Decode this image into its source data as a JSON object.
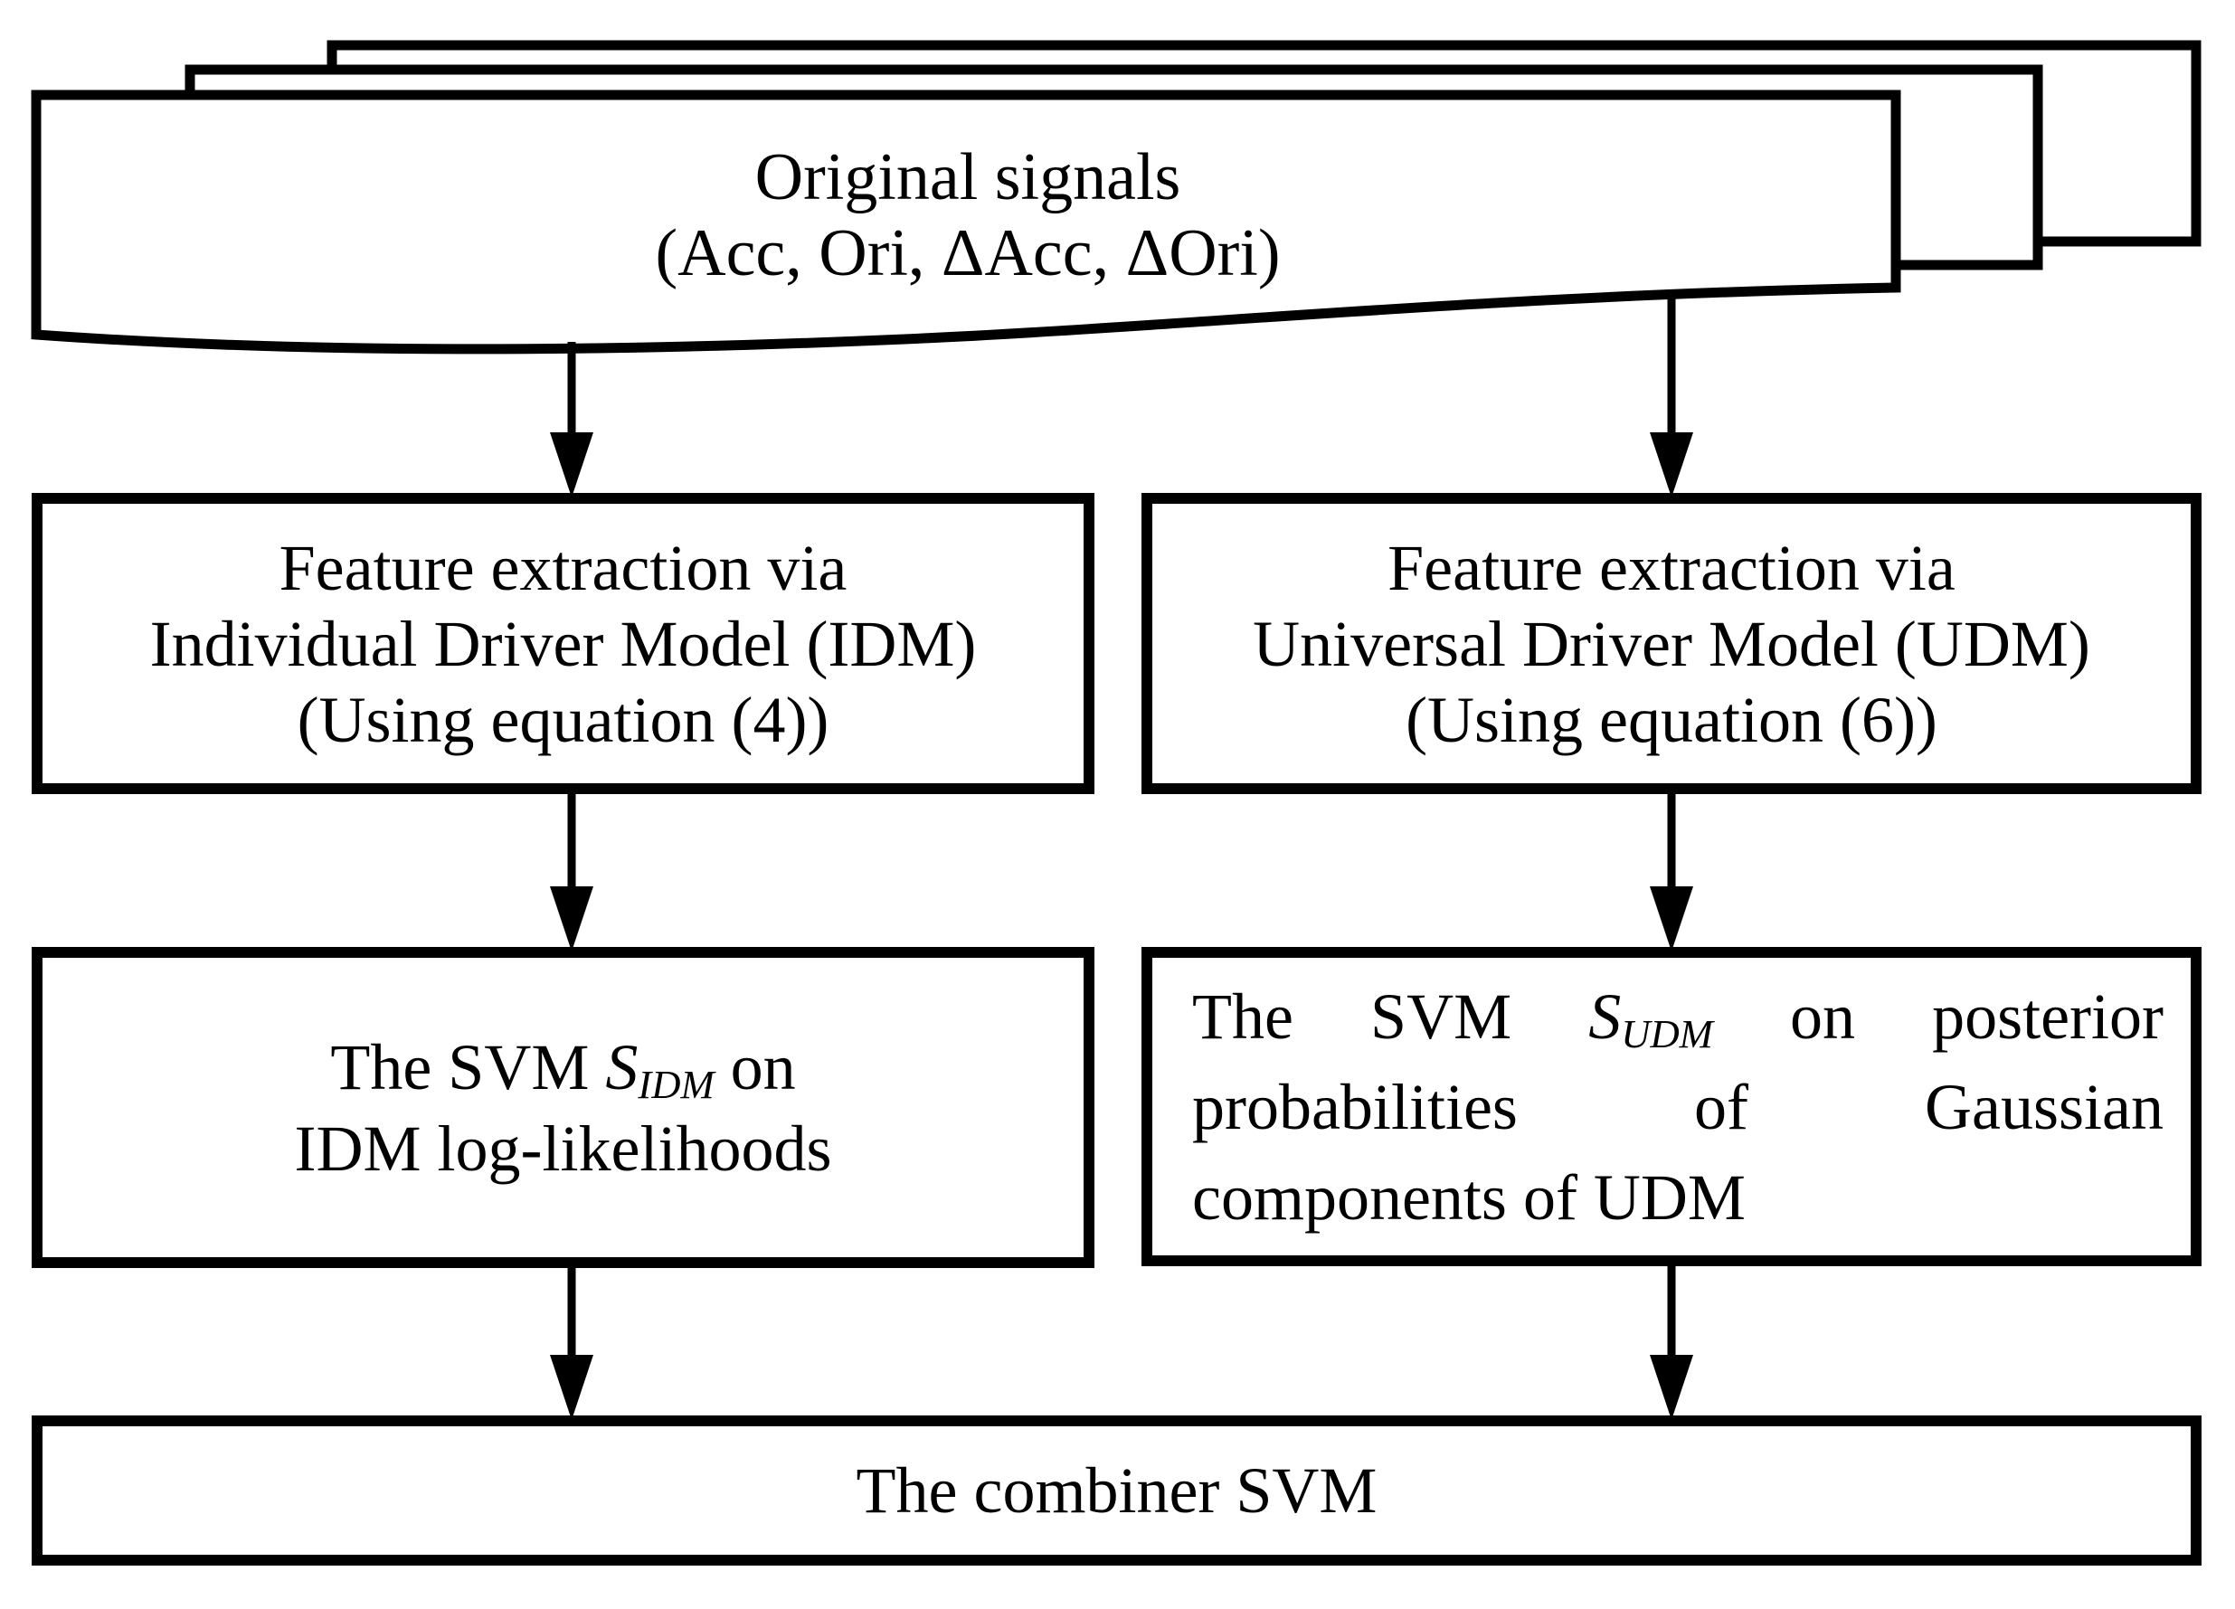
{
  "diagram": {
    "background_color": "#ffffff",
    "line_color": "#000000",
    "document": {
      "shape": "stacked-document-with-wavy-bottom",
      "page_count": 3,
      "lines": [
        "Original signals",
        "(Acc, Ori, ΔAcc, ΔOri)"
      ]
    },
    "boxes": {
      "feature_idm": {
        "lines": [
          "Feature extraction via",
          "Individual Driver Model (IDM)",
          "(Using equation (4))"
        ]
      },
      "feature_udm": {
        "lines": [
          "Feature extraction via",
          "Universal Driver Model (UDM)",
          "(Using equation (6))"
        ]
      },
      "svm_idm": {
        "line1": [
          {
            "t": "The SVM "
          },
          {
            "t": "S",
            "italic": true
          },
          {
            "t": "IDM",
            "italic": true,
            "sub": true
          },
          {
            "t": " on"
          }
        ],
        "line2": "IDM log-likelihoods"
      },
      "svm_udm": {
        "line1": [
          {
            "t": "The SVM "
          },
          {
            "t": "S",
            "italic": true
          },
          {
            "t": "UDM",
            "italic": true,
            "sub": true
          },
          {
            "t": " on posterior"
          }
        ],
        "line2": "probabilities of Gaussian",
        "line3": "components of UDM"
      },
      "combiner": {
        "label": "The combiner SVM"
      }
    },
    "arrows": [
      {
        "from": "original-signals-document",
        "to": "feature-extraction-idm-box"
      },
      {
        "from": "original-signals-document",
        "to": "feature-extraction-udm-box"
      },
      {
        "from": "feature-extraction-idm-box",
        "to": "svm-idm-box"
      },
      {
        "from": "feature-extraction-udm-box",
        "to": "svm-udm-box"
      },
      {
        "from": "svm-idm-box",
        "to": "combiner-svm-box"
      },
      {
        "from": "svm-udm-box",
        "to": "combiner-svm-box"
      }
    ]
  }
}
